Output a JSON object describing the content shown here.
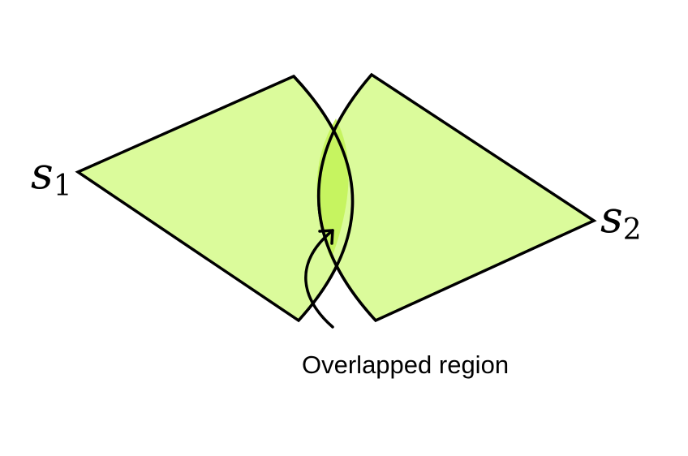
{
  "diagram": {
    "sensor_1": {
      "symbol": "s",
      "subscript": "1"
    },
    "sensor_2": {
      "symbol": "s",
      "subscript": "2"
    },
    "overlap_label": "Overlapped region"
  },
  "colors": {
    "sector_fill": "#dbfb9b",
    "overlap_fill": "#c6f460",
    "outline": "#000000"
  }
}
